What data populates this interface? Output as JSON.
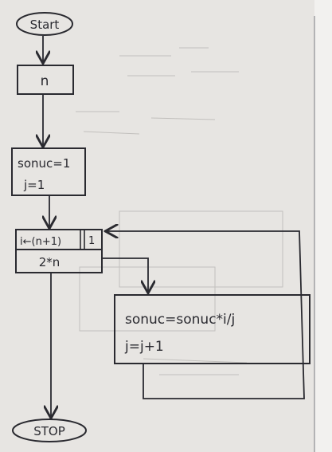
{
  "flowchart": {
    "start": "Start",
    "input": "n",
    "init_1": "sonuc=1",
    "init_2": "j=1",
    "loop_range": "i←(n+1)",
    "loop_start": "1",
    "loop_step": "2*n",
    "body_1": "sonuc=sonuc*i/j",
    "body_2": "j=j+1",
    "stop": "STOP"
  }
}
